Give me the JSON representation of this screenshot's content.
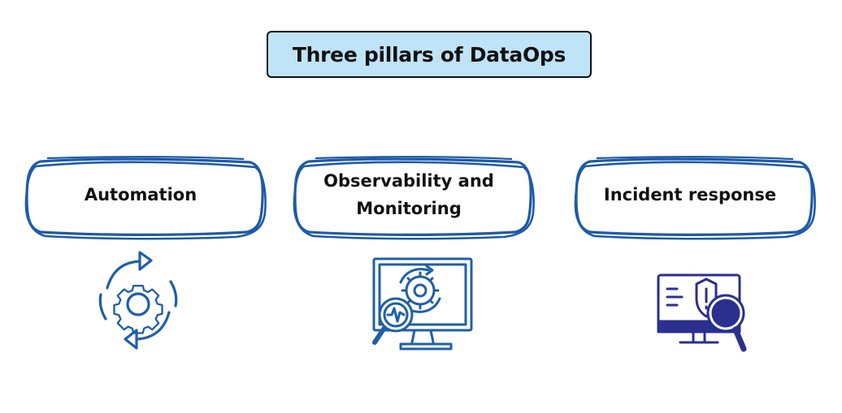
{
  "title": "Three pillars of DataOps",
  "colors": {
    "title_fill": "#bfe3f7",
    "frame_blue": "#1e5aa8",
    "icon_blue": "#1f5fa8",
    "icon_navy": "#2b2f8f",
    "text": "#111111"
  },
  "pillars": [
    {
      "label": "Automation",
      "icon": "gear-cycle-icon"
    },
    {
      "label": "Observability and Monitoring",
      "icon": "monitor-gear-magnifier-icon"
    },
    {
      "label": "Incident response",
      "icon": "computer-shield-magnifier-icon"
    }
  ]
}
